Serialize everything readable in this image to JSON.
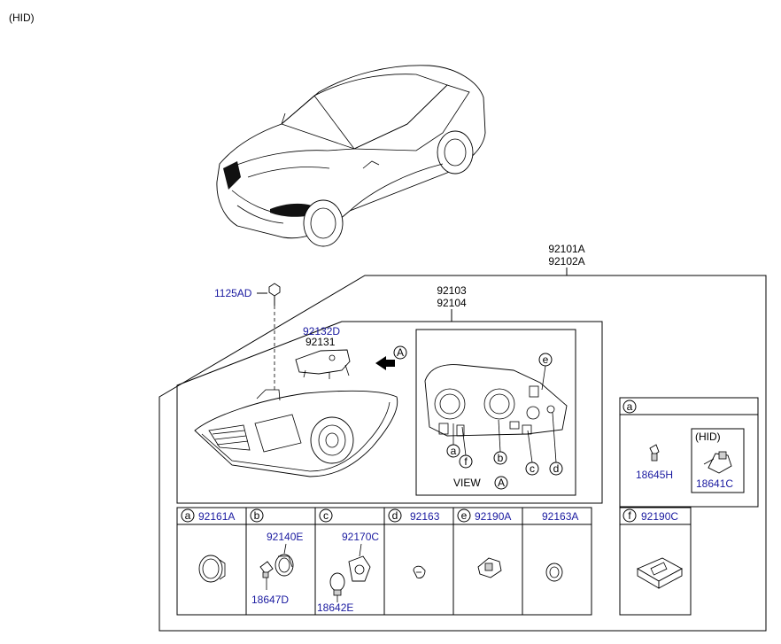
{
  "page_label": "(HID)",
  "assembly_labels": [
    "92101A",
    "92102A"
  ],
  "housing_labels": [
    "92103",
    "92104"
  ],
  "bolt_label": "1125AD",
  "bracket_labels": [
    "92132D",
    "92131"
  ],
  "view_arrow_letter": "A",
  "view_label": "VIEW",
  "view_letter": "A",
  "view_callouts": [
    "a",
    "b",
    "c",
    "d",
    "e",
    "f"
  ],
  "inset_a": {
    "letter": "a",
    "parts": [
      "18645H",
      "18641C"
    ],
    "hid_box_label": "(HID)"
  },
  "table_cells": [
    {
      "letter": "a",
      "code": "92161A",
      "parts": []
    },
    {
      "letter": "b",
      "code": "",
      "parts": [
        "92140E",
        "18647D"
      ]
    },
    {
      "letter": "c",
      "code": "",
      "parts": [
        "92170C",
        "18642E"
      ]
    },
    {
      "letter": "d",
      "code": "92163",
      "parts": []
    },
    {
      "letter": "e",
      "code": "92190A",
      "parts": []
    },
    {
      "letter": "",
      "code": "92163A",
      "parts": []
    }
  ],
  "cell_f": {
    "letter": "f",
    "code": "92190C"
  }
}
